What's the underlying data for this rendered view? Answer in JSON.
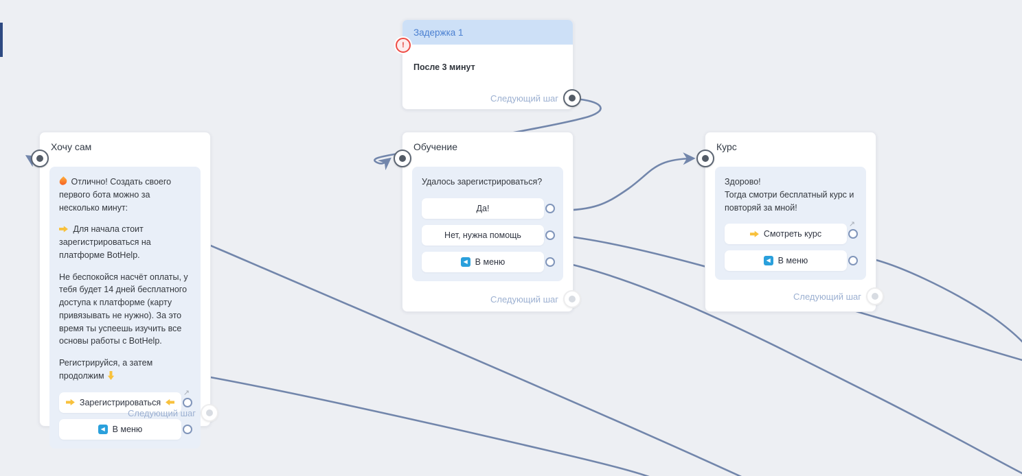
{
  "labels": {
    "next_step": "Следующий шаг"
  },
  "colors": {
    "canvas_bg": "#edeff3",
    "edge": "#7286ab",
    "delay_header_bg": "#cde0f7",
    "delay_title_text": "#4b80d1",
    "bubble_bg": "#e9eff8",
    "next_step_text": "#9cb0d1",
    "error_red": "#ee4b44",
    "telegram_blue": "#2aa0dc",
    "hand_yellow": "#f8c13c",
    "flame_orange": "#f4511e"
  },
  "icons": {
    "error-badge": "!",
    "fire-emoji": "🔥",
    "point-right-emoji": "👉",
    "point-left-emoji": "👈",
    "point-down-emoji": "👇",
    "back-emoji": "◀",
    "external-link-icon": "↗"
  },
  "nodes": {
    "delay": {
      "title": "Задержка 1",
      "body": "После 3 минут"
    },
    "want_self": {
      "title": "Хочу сам",
      "paragraphs": [
        "Отлично! Создать своего первого бота можно за несколько минут:",
        "Для начала стоит зарегистрироваться на платформе BotHelp.",
        "Не беспокойся насчёт оплаты, у тебя будет 14 дней бесплатного доступа к платформе (карту привязывать не нужно). За это время ты успеешь изучить все основы работы с BotHelp.",
        "Регистрируйся, а затем продолжим"
      ],
      "buttons": [
        {
          "label": "Зарегистрироваться",
          "external": true
        },
        {
          "label": "В меню"
        }
      ]
    },
    "training": {
      "title": "Обучение",
      "question": "Удалось зарегистрироваться?",
      "buttons": [
        {
          "label": "Да!"
        },
        {
          "label": "Нет, нужна помощь"
        },
        {
          "label": "В меню"
        }
      ]
    },
    "course": {
      "title": "Курс",
      "message_lines": [
        "Здорово!",
        "Тогда смотри бесплатный курс и повторяй за мной!"
      ],
      "buttons": [
        {
          "label": "Смотреть курс",
          "external": true
        },
        {
          "label": "В меню"
        }
      ]
    }
  },
  "edges": [
    {
      "from": "delay.next-step",
      "to": "training.input"
    },
    {
      "from": "training.button-da",
      "to": "course.input"
    },
    {
      "from": "training.button-net-nuzhna-pomosch",
      "to": "offscreen-right"
    },
    {
      "from": "training.button-v-menu",
      "to": "offscreen-bottom-right"
    },
    {
      "from": "course.button-v-menu",
      "to": "offscreen-right"
    },
    {
      "from": "offscreen-bottom-right",
      "to": "want_self.input"
    },
    {
      "from": "want_self.button-v-menu",
      "to": "offscreen-bottom"
    }
  ]
}
